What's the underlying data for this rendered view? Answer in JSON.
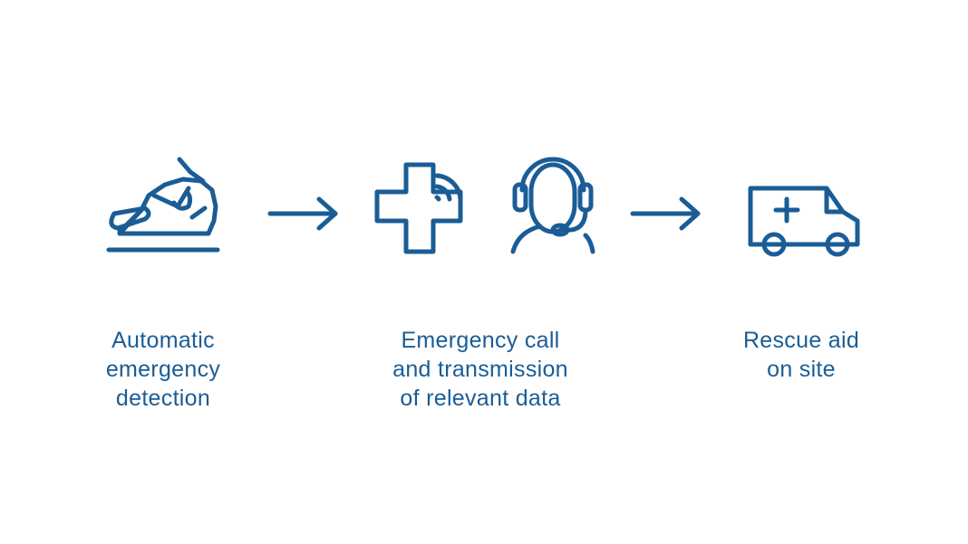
{
  "steps": [
    {
      "icon": "crashed-motorcycle-icon",
      "lines": [
        "Automatic",
        "emergency",
        "detection"
      ]
    },
    {
      "icon": "medical-cross-signal-icon",
      "icon_secondary": "headset-operator-icon",
      "lines": [
        "Emergency call",
        "and transmission",
        "of relevant data"
      ]
    },
    {
      "icon": "ambulance-icon",
      "lines": [
        "Rescue aid",
        "on site"
      ]
    }
  ],
  "connectors": [
    "arrow-right-icon",
    "arrow-right-icon"
  ],
  "colors": {
    "accent": "#1a5d96",
    "background": "#ffffff"
  }
}
